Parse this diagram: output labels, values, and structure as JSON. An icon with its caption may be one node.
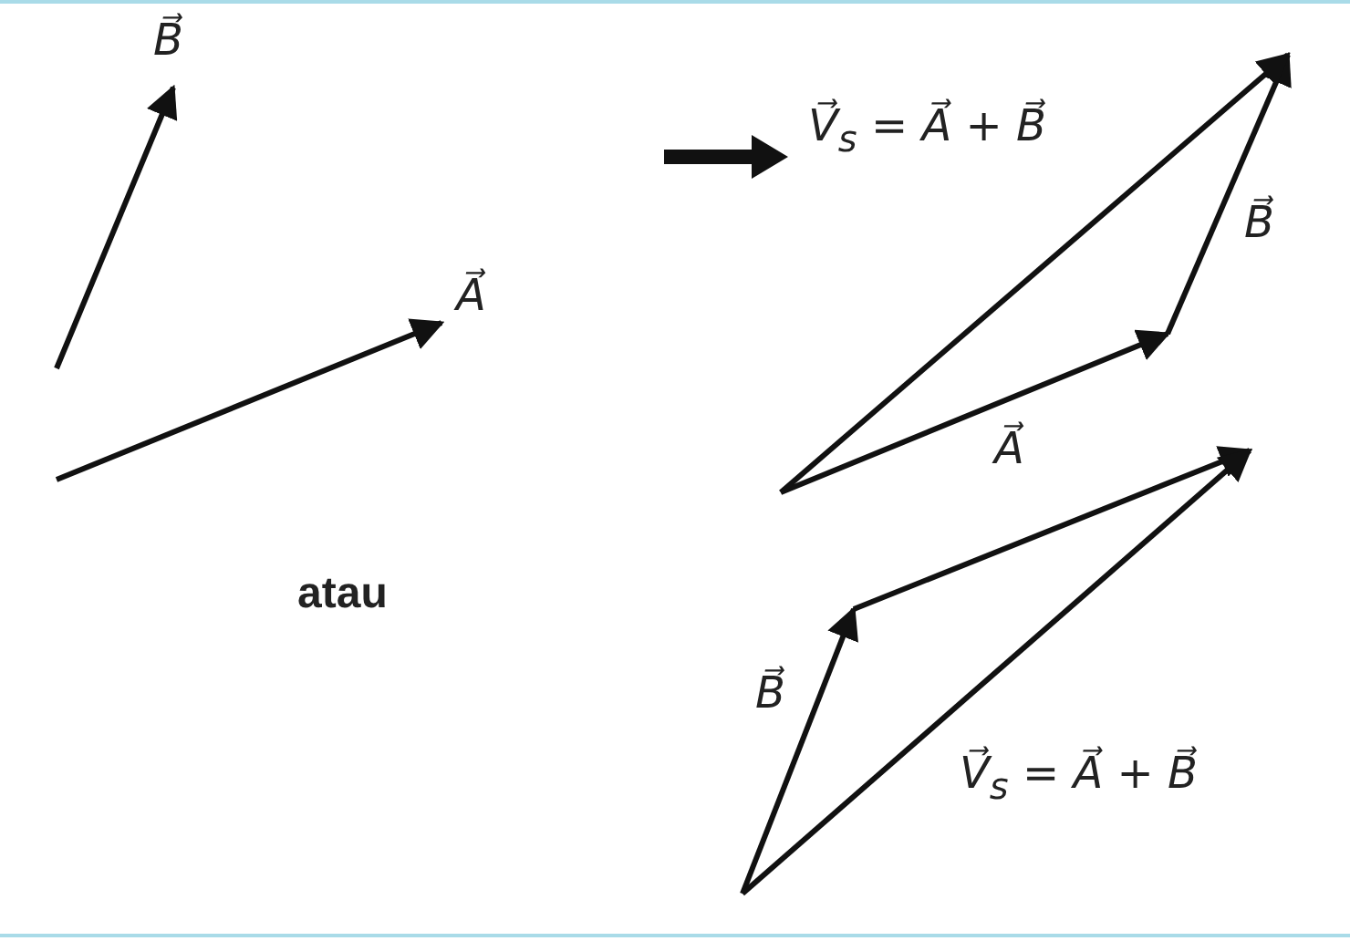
{
  "diagram": {
    "labels": [
      "B⃗",
      "V⃗$_{s}$ = A⃗ + B⃗",
      "A⃗",
      "B⃗",
      "A⃗",
      "atau",
      "B⃗",
      "V⃗$_{s}$ = A⃗ + B⃗"
    ]
  }
}
